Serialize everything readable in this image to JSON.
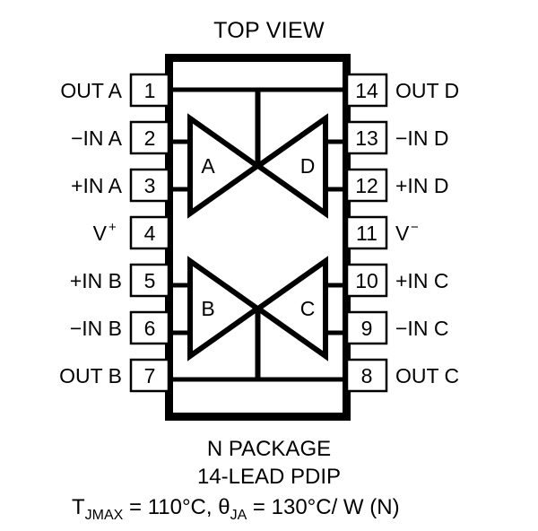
{
  "title": "TOP VIEW",
  "package": {
    "name": "N PACKAGE",
    "lead_count_text": "14-LEAD PDIP",
    "thermal_text_parts": {
      "t_symbol": "T",
      "t_sub": "JMAX",
      "t_value": " = 110°C, ",
      "theta_symbol": "θ",
      "theta_sub": "JA",
      "theta_value": " = 130°C/ W (N)"
    },
    "thermal_text_plain": "TJMAX = 110°C, θJA = 130°C/ W (N)"
  },
  "colors": {
    "ink": "#000000",
    "paper": "#ffffff"
  },
  "pins": {
    "left": [
      {
        "number": "1",
        "label": "OUT A",
        "sup": ""
      },
      {
        "number": "2",
        "label": "−IN A",
        "sup": ""
      },
      {
        "number": "3",
        "label": "+IN A",
        "sup": ""
      },
      {
        "number": "4",
        "label": "V",
        "sup": "+"
      },
      {
        "number": "5",
        "label": "+IN B",
        "sup": ""
      },
      {
        "number": "6",
        "label": "−IN B",
        "sup": ""
      },
      {
        "number": "7",
        "label": "OUT B",
        "sup": ""
      }
    ],
    "right": [
      {
        "number": "14",
        "label": "OUT D",
        "sup": ""
      },
      {
        "number": "13",
        "label": "−IN D",
        "sup": ""
      },
      {
        "number": "12",
        "label": "+IN D",
        "sup": ""
      },
      {
        "number": "11",
        "label": "V",
        "sup": "−"
      },
      {
        "number": "10",
        "label": "+IN C",
        "sup": ""
      },
      {
        "number": "9",
        "label": "−IN C",
        "sup": ""
      },
      {
        "number": "8",
        "label": "OUT C",
        "sup": ""
      }
    ]
  },
  "amplifiers": [
    {
      "id": "A",
      "label": "A",
      "position": "top-left"
    },
    {
      "id": "D",
      "label": "D",
      "position": "top-right"
    },
    {
      "id": "B",
      "label": "B",
      "position": "bottom-left"
    },
    {
      "id": "C",
      "label": "C",
      "position": "bottom-right"
    }
  ]
}
